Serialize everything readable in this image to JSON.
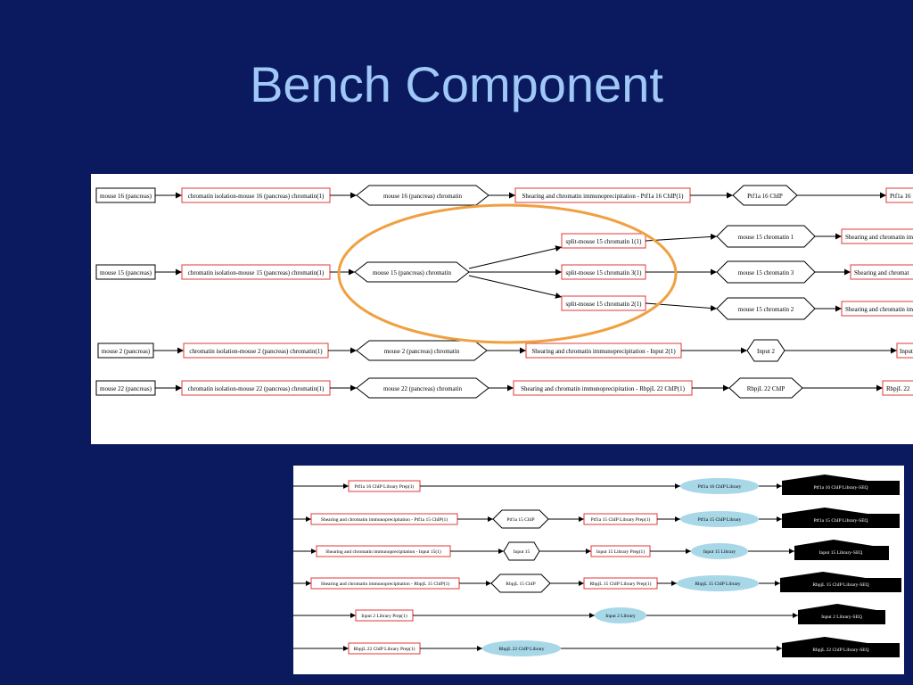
{
  "slide": {
    "title": "Bench Component"
  },
  "colors": {
    "background": "#0b1a5e",
    "title": "#9fc8f8",
    "process_border": "#e03a3a",
    "highlight": "#f0a040",
    "library_fill": "#a8d8e8"
  },
  "workflow_top": {
    "row16": {
      "sample": "mouse 16 (pancreas)",
      "isolation": "chromatin isolation-mouse 16 (pancreas) chromatin(1)",
      "chromatin": "mouse 16 (pancreas) chromatin",
      "chip_process": "Shearing and chromatin immunoprecipitation - Ptf1a 16 ChIP(1)",
      "chip": "Ptf1a 16 ChIP",
      "next": "Ptf1a 16"
    },
    "row15": {
      "sample": "mouse 15 (pancreas)",
      "isolation": "chromatin isolation-mouse 15 (pancreas) chromatin(1)",
      "chromatin": "mouse 15 (pancreas) chromatin",
      "split1": "split-mouse 15 chromatin 1(1)",
      "split3": "split-mouse 15 chromatin 3(1)",
      "split2": "split-mouse 15 chromatin 2(1)",
      "chr1": "mouse 15 chromatin 1",
      "chr3": "mouse 15 chromatin 3",
      "chr2": "mouse 15 chromatin 2",
      "next1": "Shearing and chromatin im",
      "next3": "Shearing and chromat",
      "next2": "Shearing and chromatin im"
    },
    "row2": {
      "sample": "mouse 2 (pancreas)",
      "isolation": "chromatin isolation-mouse 2 (pancreas) chromatin(1)",
      "chromatin": "mouse 2 (pancreas) chromatin",
      "chip_process": "Shearing and chromatin immunoprecipitation - Input 2(1)",
      "chip": "Input 2",
      "next": "Input"
    },
    "row22": {
      "sample": "mouse 22 (pancreas)",
      "isolation": "chromatin isolation-mouse 22 (pancreas) chromatin(1)",
      "chromatin": "mouse 22 (pancreas) chromatin",
      "chip_process": "Shearing and chromatin immunoprecipitation - RbpjL 22 ChIP(1)",
      "chip": "RbpjL 22 ChIP",
      "next": "RbpjL 22"
    }
  },
  "workflow_bottom": {
    "r1": {
      "prep": "Ptf1a 16 ChIP Library Prep(1)",
      "library": "Ptf1a 16 ChIP Library",
      "seq": "Ptf1a 16 ChIP Library-SEQ"
    },
    "r2": {
      "process": "Shearing and chromatin immunoprecipitation - Ptf1a 15 ChIP(1)",
      "chip": "Ptf1a 15 ChIP",
      "prep": "Ptf1a 15 ChIP Library Prep(1)",
      "library": "Ptf1a 15 ChIP Library",
      "seq": "Ptf1a 15 ChIP Library-SEQ"
    },
    "r3": {
      "process": "Shearing and chromatin immunoprecipitation - Input 15(1)",
      "chip": "Input 15",
      "prep": "Input 15 Library Prep(1)",
      "library": "Input 15 Library",
      "seq": "Input 15 Library-SEQ"
    },
    "r4": {
      "process": "Shearing and chromatin immunoprecipitation - RbpjL 15 ChIP(1)",
      "chip": "RbpjL 15 ChIP",
      "prep": "RbpjL 15 ChIP Library Prep(1)",
      "library": "RbpjL 15 ChIP Library",
      "seq": "RbpjL 15 ChIP Library-SEQ"
    },
    "r5": {
      "prep": "Input 2 Library Prep(1)",
      "library": "Input 2 Library",
      "seq": "Input 2 Library-SEQ"
    },
    "r6": {
      "prep": "RbpjL 22 ChIP Library Prep(1)",
      "library": "RbpjL 22 ChIP Library",
      "seq": "RbpjL 22 ChIP Library-SEQ"
    }
  }
}
